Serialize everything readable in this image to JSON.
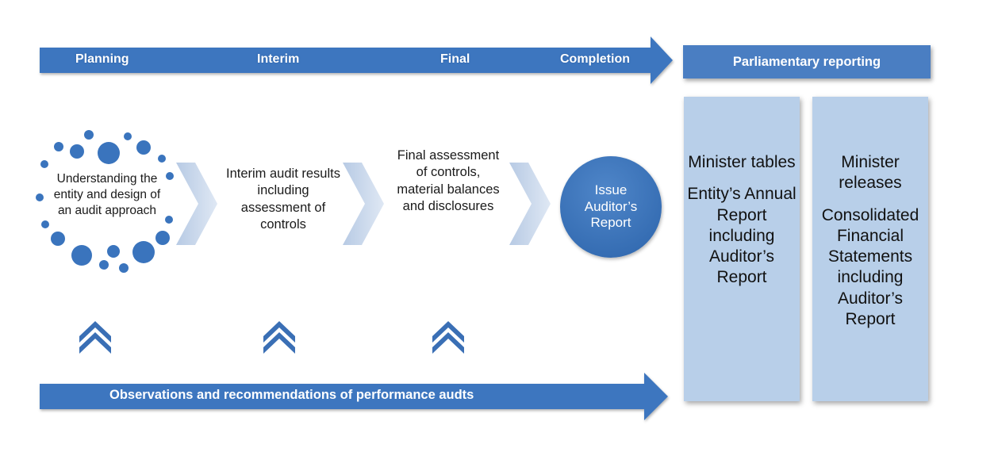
{
  "phases": [
    "Planning",
    "Interim",
    "Final",
    "Completion"
  ],
  "parliamentary_header": "Parliamentary reporting",
  "steps": {
    "planning": "Understanding the entity and design of an audit approach",
    "interim": "Interim audit results including assessment of controls",
    "final": "Final assessment of controls, material balances and disclosures",
    "issue": "Issue Auditor’s Report"
  },
  "panels": [
    {
      "head": "Minister tables",
      "body": "Entity’s Annual Report including Auditor’s Report"
    },
    {
      "head": "Minister releases",
      "body": "Consolidated Financial Statements including Auditor’s Report"
    }
  ],
  "bottom_arrow_label": "Observations and recommendations of performance audts",
  "colors": {
    "arrow": "#3d76bf",
    "panel": "#b8cfe9",
    "chevron": "#c6d5ea",
    "dots": "#3a74bd"
  }
}
